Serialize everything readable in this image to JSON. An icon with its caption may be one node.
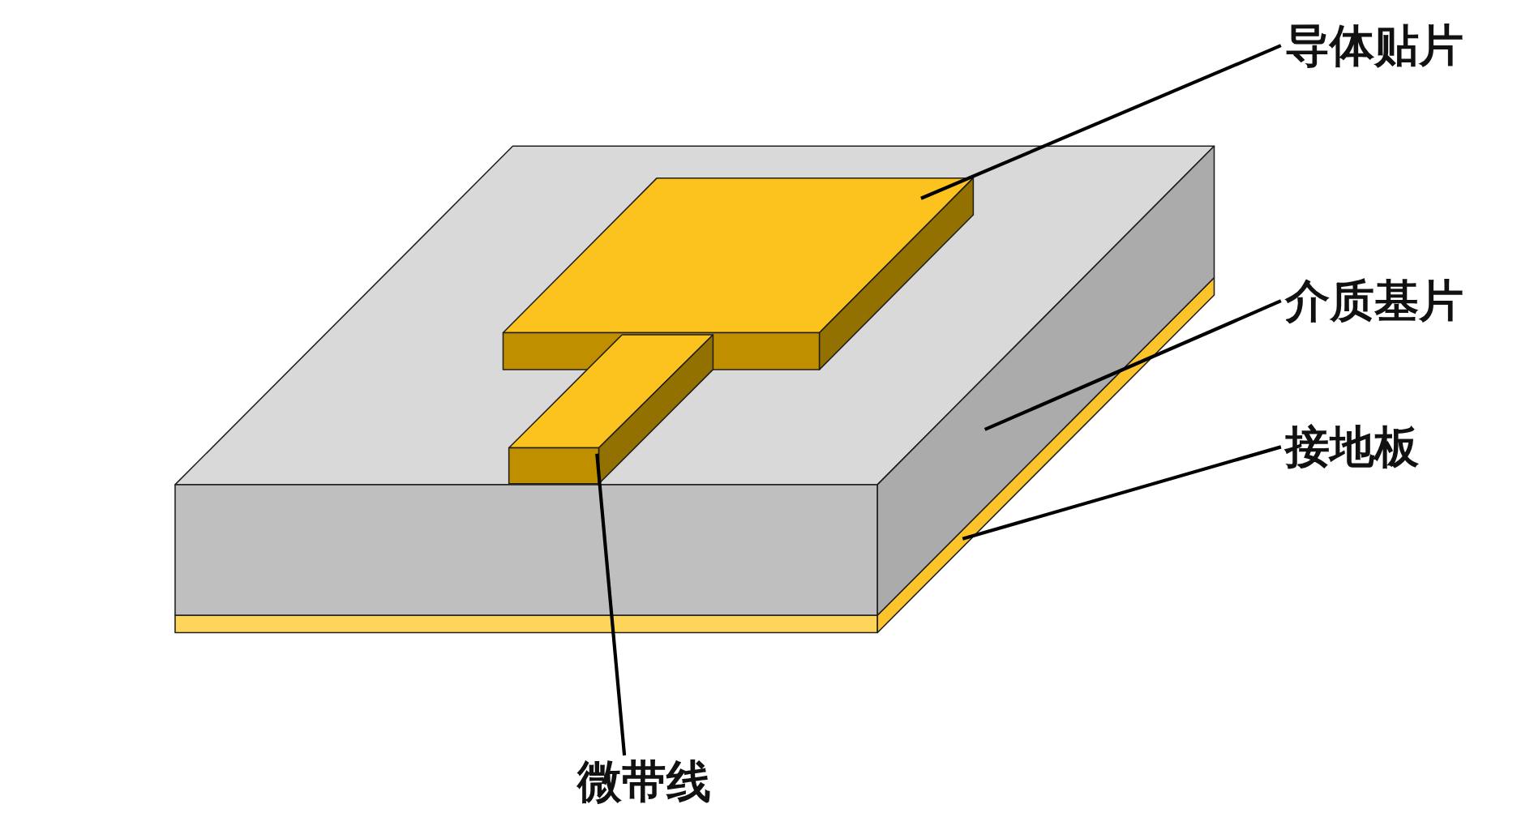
{
  "diagram": {
    "nodes": [
      {
        "text": [
          "导体贴片"
        ]
      },
      {
        "text": [
          "介质基片"
        ]
      },
      {
        "text": [
          "接地板"
        ]
      },
      {
        "text": [
          "微带线"
        ]
      },
      {
        "text": [],
        "shape": "box"
      },
      {
        "text": [],
        "shape": "box",
        "in": 4
      },
      {
        "text": [],
        "shape": "box"
      },
      {
        "text": [],
        "shape": "box"
      }
    ],
    "edges": [
      {
        "from": 0,
        "to": 5,
        "arrow": "none"
      },
      {
        "from": 1,
        "to": 4,
        "arrow": "none"
      },
      {
        "from": 2,
        "to": 7,
        "arrow": "none"
      },
      {
        "from": 3,
        "to": 6,
        "arrow": "none"
      }
    ]
  }
}
